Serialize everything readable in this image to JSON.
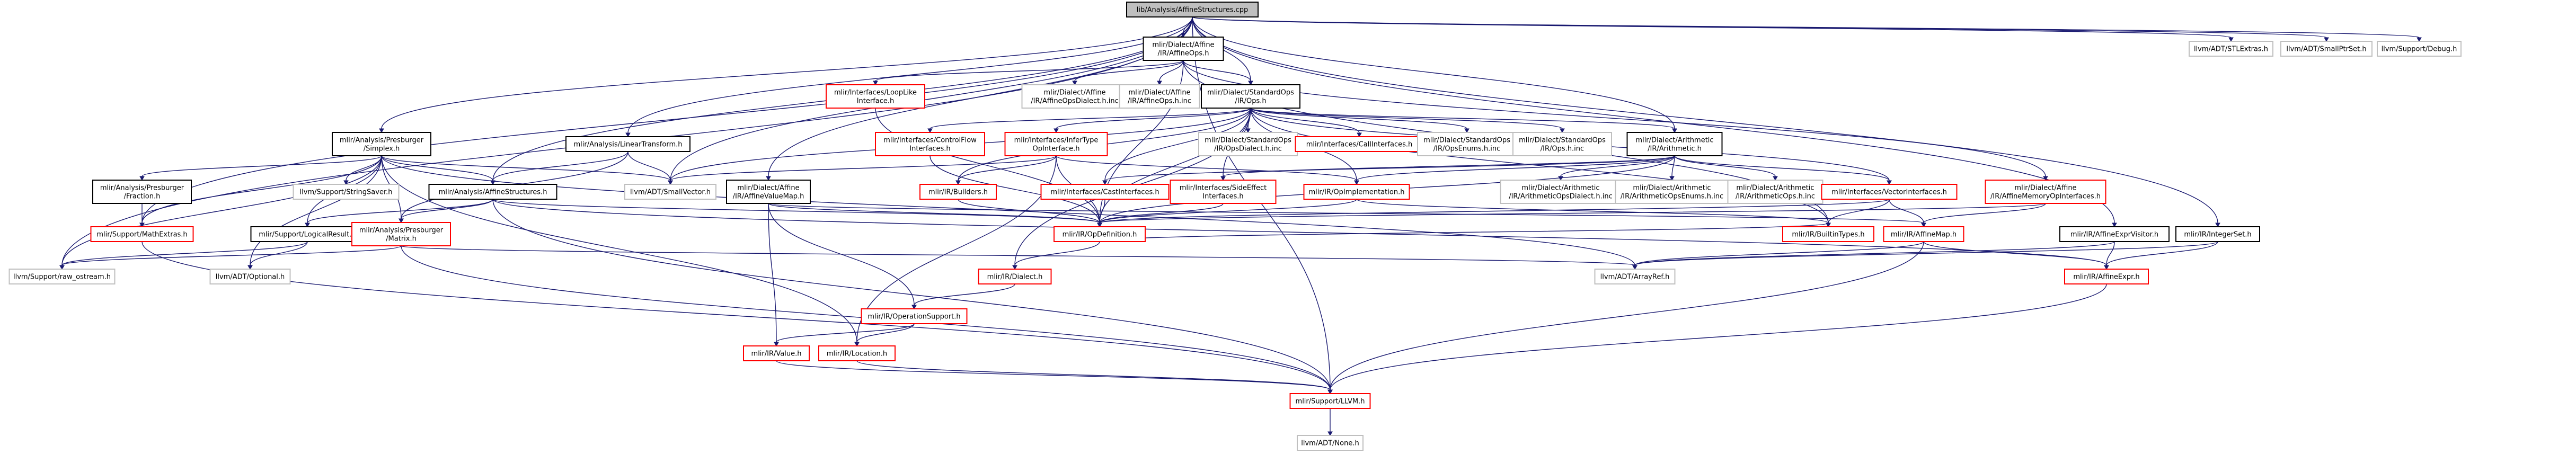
{
  "colors": {
    "edge": "#191970",
    "root_fill": "#bfbfbf",
    "red_border": "#ff0000",
    "grey_border": "#bfbfbf",
    "black_border": "#000000"
  },
  "nodes": [
    {
      "id": "root",
      "lines": [
        "lib/Analysis/AffineStructures.cpp"
      ],
      "style": "root"
    },
    {
      "id": "affineops",
      "lines": [
        "mlir/Dialect/Affine",
        "/IR/AffineOps.h"
      ],
      "style": "black"
    },
    {
      "id": "stlextras",
      "lines": [
        "llvm/ADT/STLExtras.h"
      ],
      "style": "grey"
    },
    {
      "id": "smallptrset",
      "lines": [
        "llvm/ADT/SmallPtrSet.h"
      ],
      "style": "grey"
    },
    {
      "id": "debug",
      "lines": [
        "llvm/Support/Debug.h"
      ],
      "style": "grey"
    },
    {
      "id": "looplike",
      "lines": [
        "mlir/Interfaces/LoopLike",
        "Interface.h"
      ],
      "style": "red"
    },
    {
      "id": "affineopsdialect",
      "lines": [
        "mlir/Dialect/Affine",
        "/IR/AffineOpsDialect.h.inc"
      ],
      "style": "grey"
    },
    {
      "id": "affineopsinc",
      "lines": [
        "mlir/Dialect/Affine",
        "/IR/AffineOps.h.inc"
      ],
      "style": "grey"
    },
    {
      "id": "stdops",
      "lines": [
        "mlir/Dialect/StandardOps",
        "/IR/Ops.h"
      ],
      "style": "black"
    },
    {
      "id": "simplex",
      "lines": [
        "mlir/Analysis/Presburger",
        "/Simplex.h"
      ],
      "style": "black"
    },
    {
      "id": "lineartransform",
      "lines": [
        "mlir/Analysis/LinearTransform.h"
      ],
      "style": "black"
    },
    {
      "id": "controlflow",
      "lines": [
        "mlir/Interfaces/ControlFlow",
        "Interfaces.h"
      ],
      "style": "red"
    },
    {
      "id": "infertype",
      "lines": [
        "mlir/Interfaces/InferType",
        "OpInterface.h"
      ],
      "style": "red"
    },
    {
      "id": "stdopsdialect",
      "lines": [
        "mlir/Dialect/StandardOps",
        "/IR/OpsDialect.h.inc"
      ],
      "style": "grey"
    },
    {
      "id": "callinterfaces",
      "lines": [
        "mlir/Interfaces/CallInterfaces.h"
      ],
      "style": "red"
    },
    {
      "id": "stdopsenums",
      "lines": [
        "mlir/Dialect/StandardOps",
        "/IR/OpsEnums.h.inc"
      ],
      "style": "grey"
    },
    {
      "id": "stdopsinc",
      "lines": [
        "mlir/Dialect/StandardOps",
        "/IR/Ops.h.inc"
      ],
      "style": "grey"
    },
    {
      "id": "arithmetic",
      "lines": [
        "mlir/Dialect/Arithmetic",
        "/IR/Arithmetic.h"
      ],
      "style": "black"
    },
    {
      "id": "fraction",
      "lines": [
        "mlir/Analysis/Presburger",
        "/Fraction.h"
      ],
      "style": "black"
    },
    {
      "id": "stringsaver",
      "lines": [
        "llvm/Support/StringSaver.h"
      ],
      "style": "grey"
    },
    {
      "id": "affinestructures",
      "lines": [
        "mlir/Analysis/AffineStructures.h"
      ],
      "style": "black"
    },
    {
      "id": "smallvector",
      "lines": [
        "llvm/ADT/SmallVector.h"
      ],
      "style": "grey"
    },
    {
      "id": "affinevaluemap",
      "lines": [
        "mlir/Dialect/Affine",
        "/IR/AffineValueMap.h"
      ],
      "style": "black"
    },
    {
      "id": "builders",
      "lines": [
        "mlir/IR/Builders.h"
      ],
      "style": "red"
    },
    {
      "id": "castinterfaces",
      "lines": [
        "mlir/Interfaces/CastInterfaces.h"
      ],
      "style": "red"
    },
    {
      "id": "sideeffect",
      "lines": [
        "mlir/Interfaces/SideEffect",
        "Interfaces.h"
      ],
      "style": "red"
    },
    {
      "id": "opimplementation",
      "lines": [
        "mlir/IR/OpImplementation.h"
      ],
      "style": "red"
    },
    {
      "id": "arithdialect",
      "lines": [
        "mlir/Dialect/Arithmetic",
        "/IR/ArithmeticOpsDialect.h.inc"
      ],
      "style": "grey"
    },
    {
      "id": "arithenums",
      "lines": [
        "mlir/Dialect/Arithmetic",
        "/IR/ArithmeticOpsEnums.h.inc"
      ],
      "style": "grey"
    },
    {
      "id": "arithopsinc",
      "lines": [
        "mlir/Dialect/Arithmetic",
        "/IR/ArithmeticOps.h.inc"
      ],
      "style": "grey"
    },
    {
      "id": "vectorinterfaces",
      "lines": [
        "mlir/Interfaces/VectorInterfaces.h"
      ],
      "style": "red"
    },
    {
      "id": "affinememory",
      "lines": [
        "mlir/Dialect/Affine",
        "/IR/AffineMemoryOpInterfaces.h"
      ],
      "style": "red"
    },
    {
      "id": "mathextras",
      "lines": [
        "mlir/Support/MathExtras.h"
      ],
      "style": "red"
    },
    {
      "id": "logicalresult",
      "lines": [
        "mlir/Support/LogicalResult.h"
      ],
      "style": "black"
    },
    {
      "id": "matrix",
      "lines": [
        "mlir/Analysis/Presburger",
        "/Matrix.h"
      ],
      "style": "red"
    },
    {
      "id": "opdefinition",
      "lines": [
        "mlir/IR/OpDefinition.h"
      ],
      "style": "red"
    },
    {
      "id": "builtintypes",
      "lines": [
        "mlir/IR/BuiltinTypes.h"
      ],
      "style": "red"
    },
    {
      "id": "affinemap",
      "lines": [
        "mlir/IR/AffineMap.h"
      ],
      "style": "red"
    },
    {
      "id": "affineexprvisitor",
      "lines": [
        "mlir/IR/AffineExprVisitor.h"
      ],
      "style": "black"
    },
    {
      "id": "integerset",
      "lines": [
        "mlir/IR/IntegerSet.h"
      ],
      "style": "black"
    },
    {
      "id": "rawostream",
      "lines": [
        "llvm/Support/raw_ostream.h"
      ],
      "style": "grey"
    },
    {
      "id": "optional",
      "lines": [
        "llvm/ADT/Optional.h"
      ],
      "style": "grey"
    },
    {
      "id": "dialect",
      "lines": [
        "mlir/IR/Dialect.h"
      ],
      "style": "red"
    },
    {
      "id": "arrayref",
      "lines": [
        "llvm/ADT/ArrayRef.h"
      ],
      "style": "grey"
    },
    {
      "id": "affineexpr",
      "lines": [
        "mlir/IR/AffineExpr.h"
      ],
      "style": "red"
    },
    {
      "id": "operationsupport",
      "lines": [
        "mlir/IR/OperationSupport.h"
      ],
      "style": "red"
    },
    {
      "id": "value",
      "lines": [
        "mlir/IR/Value.h"
      ],
      "style": "red"
    },
    {
      "id": "location",
      "lines": [
        "mlir/IR/Location.h"
      ],
      "style": "red"
    },
    {
      "id": "llvm",
      "lines": [
        "mlir/Support/LLVM.h"
      ],
      "style": "red"
    },
    {
      "id": "none",
      "lines": [
        "llvm/ADT/None.h"
      ],
      "style": "grey"
    }
  ],
  "edges": [
    [
      "root",
      "affineops"
    ],
    [
      "root",
      "stlextras"
    ],
    [
      "root",
      "smallptrset"
    ],
    [
      "root",
      "debug"
    ],
    [
      "root",
      "stdops"
    ],
    [
      "root",
      "simplex"
    ],
    [
      "root",
      "lineartransform"
    ],
    [
      "root",
      "arithmetic"
    ],
    [
      "root",
      "affinestructures"
    ],
    [
      "root",
      "smallvector"
    ],
    [
      "root",
      "affinevaluemap"
    ],
    [
      "root",
      "mathextras"
    ],
    [
      "root",
      "affineexprvisitor"
    ],
    [
      "root",
      "integerset"
    ],
    [
      "root",
      "rawostream"
    ],
    [
      "root",
      "llvm"
    ],
    [
      "affineops",
      "looplike"
    ],
    [
      "affineops",
      "affineopsdialect"
    ],
    [
      "affineops",
      "affineopsinc"
    ],
    [
      "affineops",
      "stdops"
    ],
    [
      "affineops",
      "affinememory"
    ],
    [
      "affineops",
      "opdefinition"
    ],
    [
      "affineops",
      "builtintypes"
    ],
    [
      "looplike",
      "opdefinition"
    ],
    [
      "stdops",
      "controlflow"
    ],
    [
      "stdops",
      "infertype"
    ],
    [
      "stdops",
      "stdopsdialect"
    ],
    [
      "stdops",
      "callinterfaces"
    ],
    [
      "stdops",
      "stdopsenums"
    ],
    [
      "stdops",
      "stdopsinc"
    ],
    [
      "stdops",
      "arithmetic"
    ],
    [
      "stdops",
      "builders"
    ],
    [
      "stdops",
      "castinterfaces"
    ],
    [
      "stdops",
      "sideeffect"
    ],
    [
      "stdops",
      "vectorinterfaces"
    ],
    [
      "stdops",
      "opimplementation"
    ],
    [
      "stdops",
      "dialect"
    ],
    [
      "stdops",
      "opdefinition"
    ],
    [
      "stdops",
      "builtintypes"
    ],
    [
      "stdops",
      "smallvector"
    ],
    [
      "simplex",
      "fraction"
    ],
    [
      "simplex",
      "stringsaver"
    ],
    [
      "simplex",
      "affinestructures"
    ],
    [
      "simplex",
      "logicalresult"
    ],
    [
      "simplex",
      "matrix"
    ],
    [
      "simplex",
      "rawostream"
    ],
    [
      "simplex",
      "optional"
    ],
    [
      "simplex",
      "mathextras"
    ],
    [
      "simplex",
      "smallvector"
    ],
    [
      "simplex",
      "location"
    ],
    [
      "simplex",
      "arrayref"
    ],
    [
      "lineartransform",
      "affinestructures"
    ],
    [
      "lineartransform",
      "matrix"
    ],
    [
      "lineartransform",
      "smallvector"
    ],
    [
      "controlflow",
      "opdefinition"
    ],
    [
      "infertype",
      "builders"
    ],
    [
      "infertype",
      "opdefinition"
    ],
    [
      "infertype",
      "location"
    ],
    [
      "infertype",
      "smallvector"
    ],
    [
      "infertype",
      "opimplementation"
    ],
    [
      "arithmetic",
      "arithdialect"
    ],
    [
      "arithmetic",
      "arithenums"
    ],
    [
      "arithmetic",
      "arithopsinc"
    ],
    [
      "arithmetic",
      "vectorinterfaces"
    ],
    [
      "arithmetic",
      "castinterfaces"
    ],
    [
      "arithmetic",
      "sideeffect"
    ],
    [
      "arithmetic",
      "opdefinition"
    ],
    [
      "arithmetic",
      "opimplementation"
    ],
    [
      "fraction",
      "mathextras"
    ],
    [
      "affinestructures",
      "logicalresult"
    ],
    [
      "affinestructures",
      "matrix"
    ],
    [
      "affinestructures",
      "opdefinition"
    ],
    [
      "affinestructures",
      "affineexpr"
    ],
    [
      "affinestructures",
      "llvm"
    ],
    [
      "affinevaluemap",
      "opdefinition"
    ],
    [
      "affinevaluemap",
      "operationsupport"
    ],
    [
      "affinevaluemap",
      "value"
    ],
    [
      "affinevaluemap",
      "affinemap"
    ],
    [
      "builders",
      "opdefinition"
    ],
    [
      "castinterfaces",
      "opdefinition"
    ],
    [
      "sideeffect",
      "opdefinition"
    ],
    [
      "opimplementation",
      "opdefinition"
    ],
    [
      "opimplementation",
      "builtintypes"
    ],
    [
      "vectorinterfaces",
      "affinemap"
    ],
    [
      "vectorinterfaces",
      "builtintypes"
    ],
    [
      "vectorinterfaces",
      "opdefinition"
    ],
    [
      "affinememory",
      "opdefinition"
    ],
    [
      "affinememory",
      "affinemap"
    ],
    [
      "mathextras",
      "llvm"
    ],
    [
      "logicalresult",
      "rawostream"
    ],
    [
      "logicalresult",
      "optional"
    ],
    [
      "matrix",
      "arrayref"
    ],
    [
      "matrix",
      "rawostream"
    ],
    [
      "matrix",
      "llvm"
    ],
    [
      "opdefinition",
      "dialect"
    ],
    [
      "opdefinition",
      "builtintypes"
    ],
    [
      "affinemap",
      "affineexpr"
    ],
    [
      "affinemap",
      "arrayref"
    ],
    [
      "affinemap",
      "llvm"
    ],
    [
      "affineexprvisitor",
      "affineexpr"
    ],
    [
      "affineexprvisitor",
      "arrayref"
    ],
    [
      "integerset",
      "affineexpr"
    ],
    [
      "integerset",
      "arrayref"
    ],
    [
      "dialect",
      "operationsupport"
    ],
    [
      "affineexpr",
      "llvm"
    ],
    [
      "operationsupport",
      "value"
    ],
    [
      "operationsupport",
      "location"
    ],
    [
      "value",
      "llvm"
    ],
    [
      "location",
      "llvm"
    ],
    [
      "llvm",
      "none"
    ]
  ]
}
